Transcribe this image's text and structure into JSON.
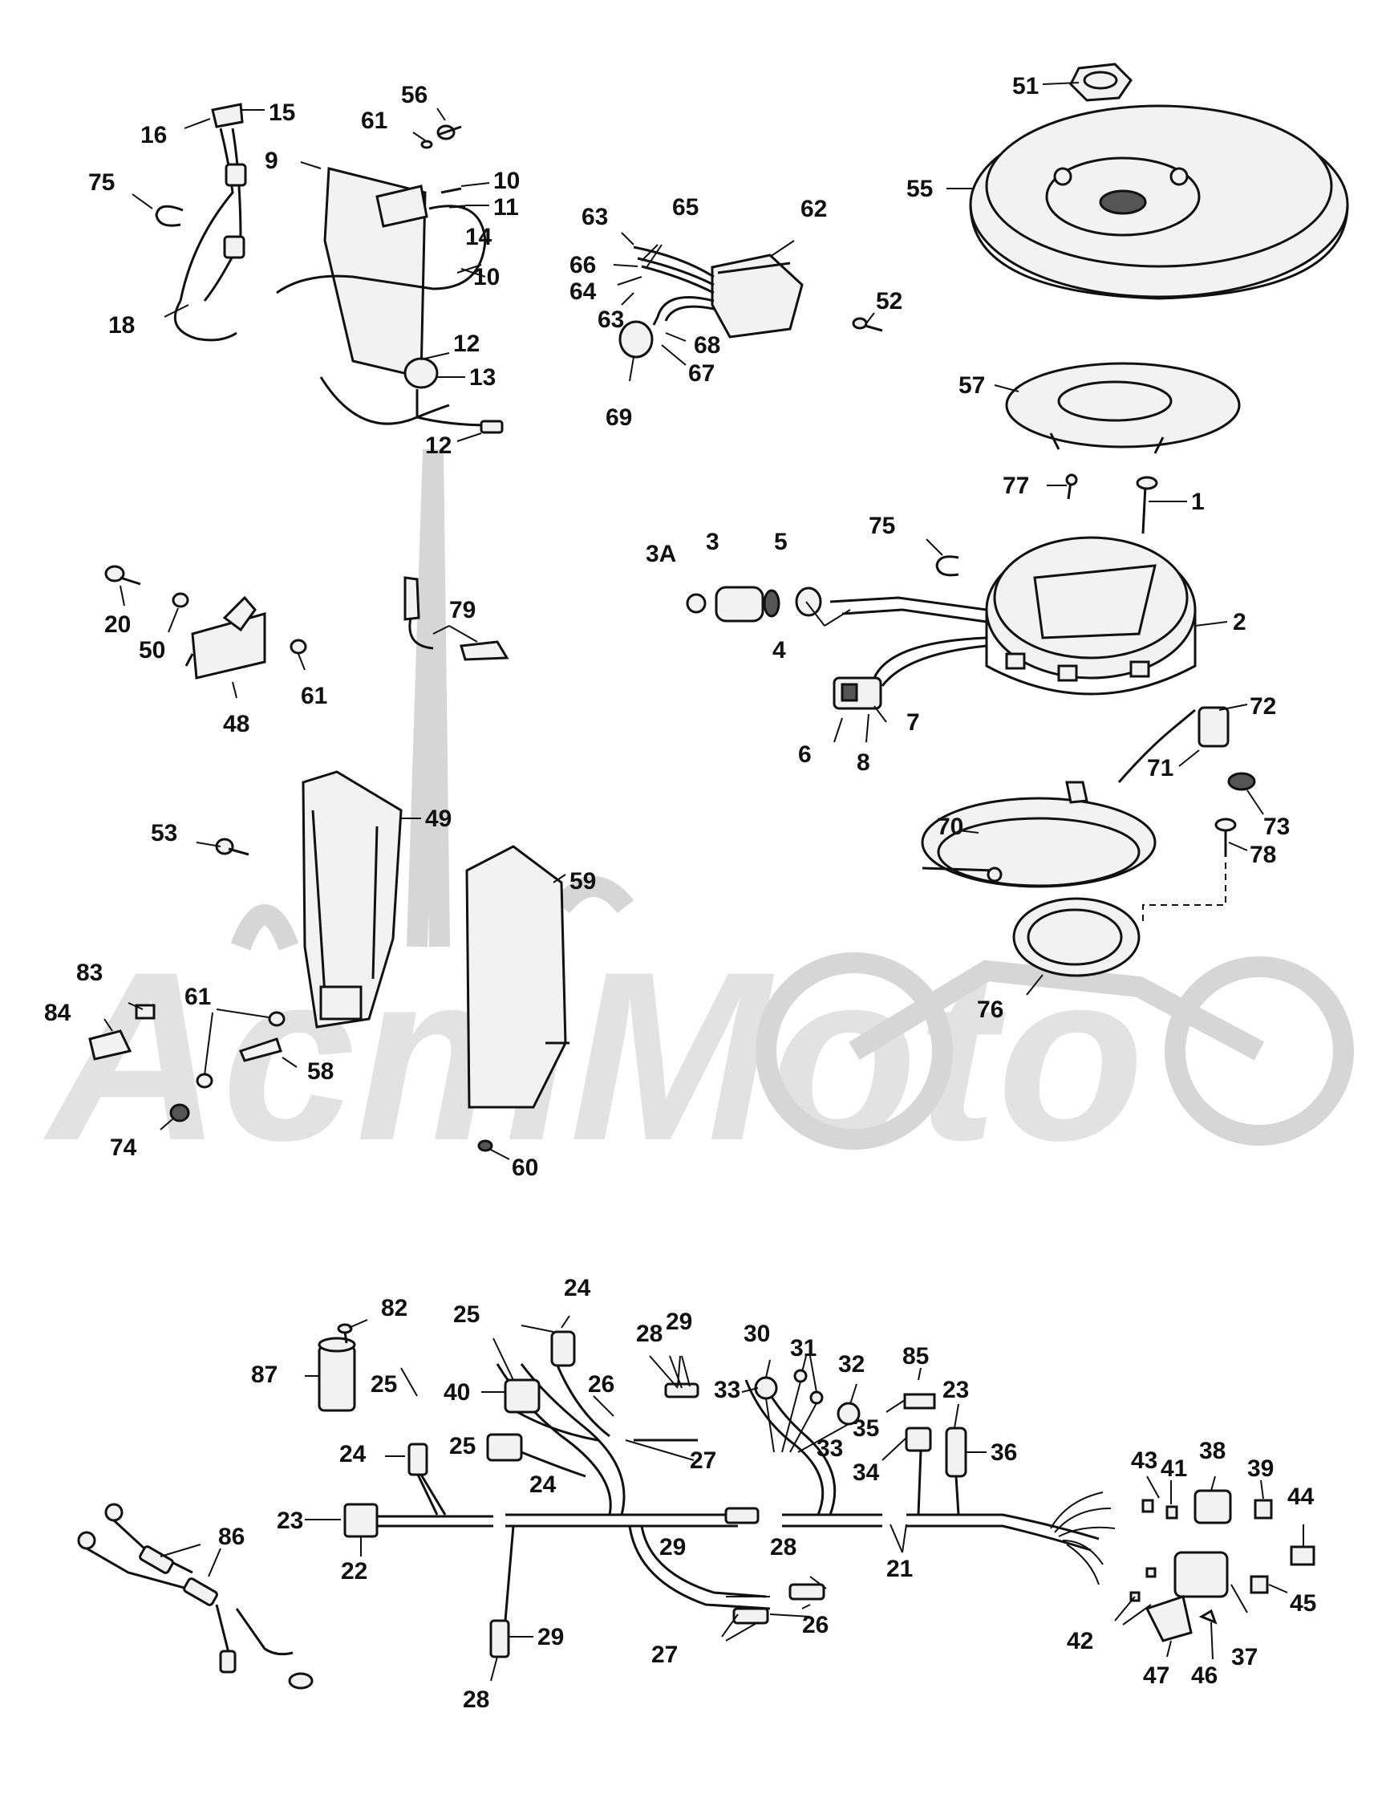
{
  "watermark": {
    "brand": "AcmMoto"
  },
  "callouts": [
    {
      "id": "c51",
      "text": "51"
    },
    {
      "id": "c55",
      "text": "55"
    },
    {
      "id": "c57",
      "text": "57"
    },
    {
      "id": "c77",
      "text": "77"
    },
    {
      "id": "c1",
      "text": "1"
    },
    {
      "id": "c2",
      "text": "2"
    },
    {
      "id": "c3a",
      "text": "3A"
    },
    {
      "id": "c3",
      "text": "3"
    },
    {
      "id": "c5",
      "text": "5"
    },
    {
      "id": "c75b",
      "text": "75"
    },
    {
      "id": "c4",
      "text": "4"
    },
    {
      "id": "c6",
      "text": "6"
    },
    {
      "id": "c7",
      "text": "7"
    },
    {
      "id": "c8",
      "text": "8"
    },
    {
      "id": "c72",
      "text": "72"
    },
    {
      "id": "c71",
      "text": "71"
    },
    {
      "id": "c73",
      "text": "73"
    },
    {
      "id": "c70",
      "text": "70"
    },
    {
      "id": "c78",
      "text": "78"
    },
    {
      "id": "c76",
      "text": "76"
    },
    {
      "id": "c15",
      "text": "15"
    },
    {
      "id": "c16",
      "text": "16"
    },
    {
      "id": "c56",
      "text": "56"
    },
    {
      "id": "c61a",
      "text": "61"
    },
    {
      "id": "c9",
      "text": "9"
    },
    {
      "id": "c10a",
      "text": "10"
    },
    {
      "id": "c11",
      "text": "11"
    },
    {
      "id": "c75a",
      "text": "75"
    },
    {
      "id": "c14",
      "text": "14"
    },
    {
      "id": "c10b",
      "text": "10"
    },
    {
      "id": "c18",
      "text": "18"
    },
    {
      "id": "c12a",
      "text": "12"
    },
    {
      "id": "c13",
      "text": "13"
    },
    {
      "id": "c12b",
      "text": "12"
    },
    {
      "id": "c63a",
      "text": "63"
    },
    {
      "id": "c65",
      "text": "65"
    },
    {
      "id": "c62",
      "text": "62"
    },
    {
      "id": "c66",
      "text": "66"
    },
    {
      "id": "c64",
      "text": "64"
    },
    {
      "id": "c63b",
      "text": "63"
    },
    {
      "id": "c52",
      "text": "52"
    },
    {
      "id": "c68",
      "text": "68"
    },
    {
      "id": "c67",
      "text": "67"
    },
    {
      "id": "c69",
      "text": "69"
    },
    {
      "id": "c20",
      "text": "20"
    },
    {
      "id": "c50",
      "text": "50"
    },
    {
      "id": "c48",
      "text": "48"
    },
    {
      "id": "c61b",
      "text": "61"
    },
    {
      "id": "c79",
      "text": "79"
    },
    {
      "id": "c53",
      "text": "53"
    },
    {
      "id": "c49",
      "text": "49"
    },
    {
      "id": "c59",
      "text": "59"
    },
    {
      "id": "c83",
      "text": "83"
    },
    {
      "id": "c84",
      "text": "84"
    },
    {
      "id": "c61c",
      "text": "61"
    },
    {
      "id": "c58",
      "text": "58"
    },
    {
      "id": "c74",
      "text": "74"
    },
    {
      "id": "c60",
      "text": "60"
    },
    {
      "id": "c82",
      "text": "82"
    },
    {
      "id": "c25a",
      "text": "25"
    },
    {
      "id": "c24a",
      "text": "24"
    },
    {
      "id": "c87",
      "text": "87"
    },
    {
      "id": "c40",
      "text": "40"
    },
    {
      "id": "c28a",
      "text": "28"
    },
    {
      "id": "c29a",
      "text": "29"
    },
    {
      "id": "c30",
      "text": "30"
    },
    {
      "id": "c31",
      "text": "31"
    },
    {
      "id": "c32",
      "text": "32"
    },
    {
      "id": "c26a",
      "text": "26"
    },
    {
      "id": "c33a",
      "text": "33"
    },
    {
      "id": "c25b",
      "text": "25"
    },
    {
      "id": "c85",
      "text": "85"
    },
    {
      "id": "c23a",
      "text": "23"
    },
    {
      "id": "c24b",
      "text": "24"
    },
    {
      "id": "c25c",
      "text": "25"
    },
    {
      "id": "c27a",
      "text": "27"
    },
    {
      "id": "c33b",
      "text": "33"
    },
    {
      "id": "c35",
      "text": "35"
    },
    {
      "id": "c36",
      "text": "36"
    },
    {
      "id": "c24c",
      "text": "24"
    },
    {
      "id": "c34",
      "text": "34"
    },
    {
      "id": "c43",
      "text": "43"
    },
    {
      "id": "c41",
      "text": "41"
    },
    {
      "id": "c38",
      "text": "38"
    },
    {
      "id": "c39",
      "text": "39"
    },
    {
      "id": "c44",
      "text": "44"
    },
    {
      "id": "c23b",
      "text": "23"
    },
    {
      "id": "c22",
      "text": "22"
    },
    {
      "id": "c21",
      "text": "21"
    },
    {
      "id": "c86",
      "text": "86"
    },
    {
      "id": "c29b",
      "text": "29"
    },
    {
      "id": "c28b",
      "text": "28"
    },
    {
      "id": "c29c",
      "text": "29"
    },
    {
      "id": "c26b",
      "text": "26"
    },
    {
      "id": "c27b",
      "text": "27"
    },
    {
      "id": "c28c",
      "text": "28"
    },
    {
      "id": "c42",
      "text": "42"
    },
    {
      "id": "c45",
      "text": "45"
    },
    {
      "id": "c37",
      "text": "37"
    },
    {
      "id": "c47",
      "text": "47"
    },
    {
      "id": "c46",
      "text": "46"
    }
  ]
}
